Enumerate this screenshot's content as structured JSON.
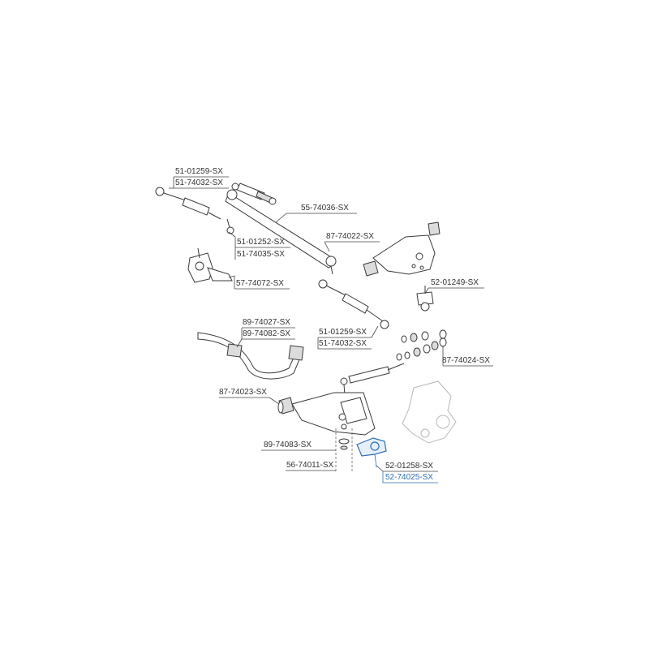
{
  "diagram": {
    "highlight_color": "#2f6fb5",
    "line_color": "#444444",
    "callouts": [
      {
        "id": "c1",
        "lines": [
          "51-01259-SX",
          "51-74032-SX"
        ]
      },
      {
        "id": "c2",
        "lines": [
          "55-74036-SX"
        ]
      },
      {
        "id": "c3",
        "lines": [
          "87-74022-SX"
        ]
      },
      {
        "id": "c4",
        "lines": [
          "51-01252-SX",
          "51-74035-SX"
        ]
      },
      {
        "id": "c5",
        "lines": [
          "52-01249-SX"
        ]
      },
      {
        "id": "c6",
        "lines": [
          "57-74072-SX"
        ]
      },
      {
        "id": "c7",
        "lines": [
          "89-74027-SX",
          "89-74082-SX"
        ]
      },
      {
        "id": "c8",
        "lines": [
          "51-01259-SX",
          "51-74032-SX"
        ]
      },
      {
        "id": "c9",
        "lines": [
          "87-74024-SX"
        ]
      },
      {
        "id": "c10",
        "lines": [
          "87-74023-SX"
        ]
      },
      {
        "id": "c11",
        "lines": [
          "89-74083-SX"
        ]
      },
      {
        "id": "c12",
        "lines": [
          "56-74011-SX"
        ]
      },
      {
        "id": "c13",
        "lines": [
          "52-01258-SX"
        ]
      },
      {
        "id": "c14",
        "lines": [
          "52-74025-SX"
        ],
        "highlighted": true
      }
    ]
  }
}
